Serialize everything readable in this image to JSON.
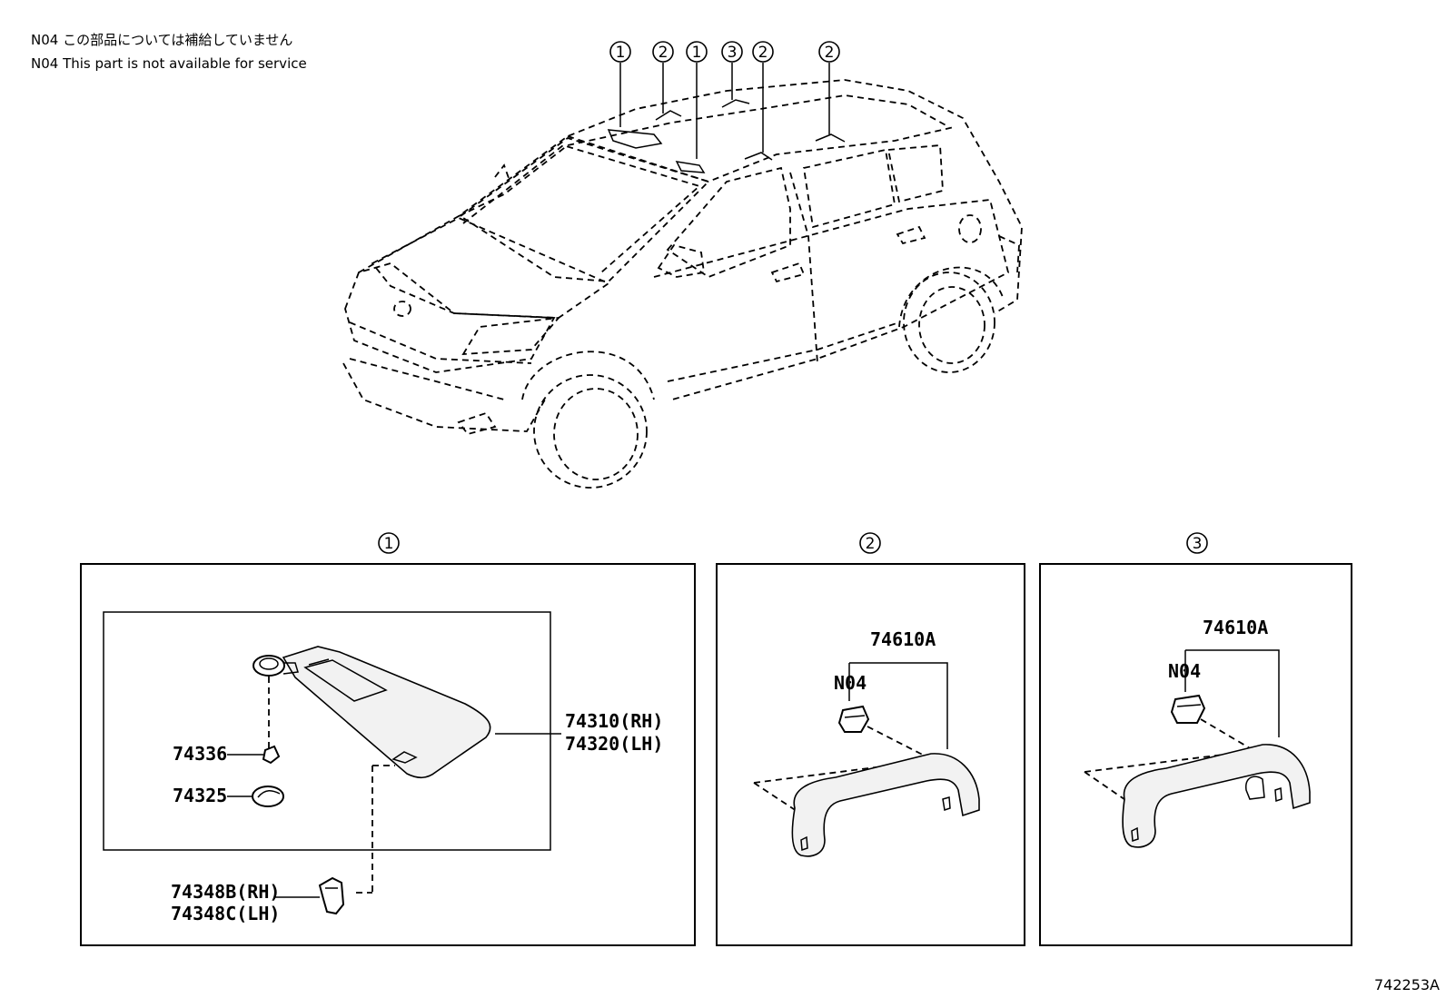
{
  "notes": {
    "line_jp": "N04 この部品については補給していません",
    "line_en": "N04 This part is not available for service"
  },
  "car_callouts": [
    "1",
    "2",
    "1",
    "3",
    "2",
    "2"
  ],
  "panels": [
    {
      "callout": "1",
      "labels": {
        "visor_rh": "74310(RH)",
        "visor_lh": "74320(LH)",
        "clip": "74336",
        "cover": "74325",
        "holder_rh": "74348B(RH)",
        "holder_lh": "74348C(LH)"
      }
    },
    {
      "callout": "2",
      "labels": {
        "grip": "74610A",
        "bracket": "N04"
      }
    },
    {
      "callout": "3",
      "labels": {
        "grip": "74610A",
        "bracket": "N04"
      }
    }
  ],
  "figure_id": "742253A"
}
